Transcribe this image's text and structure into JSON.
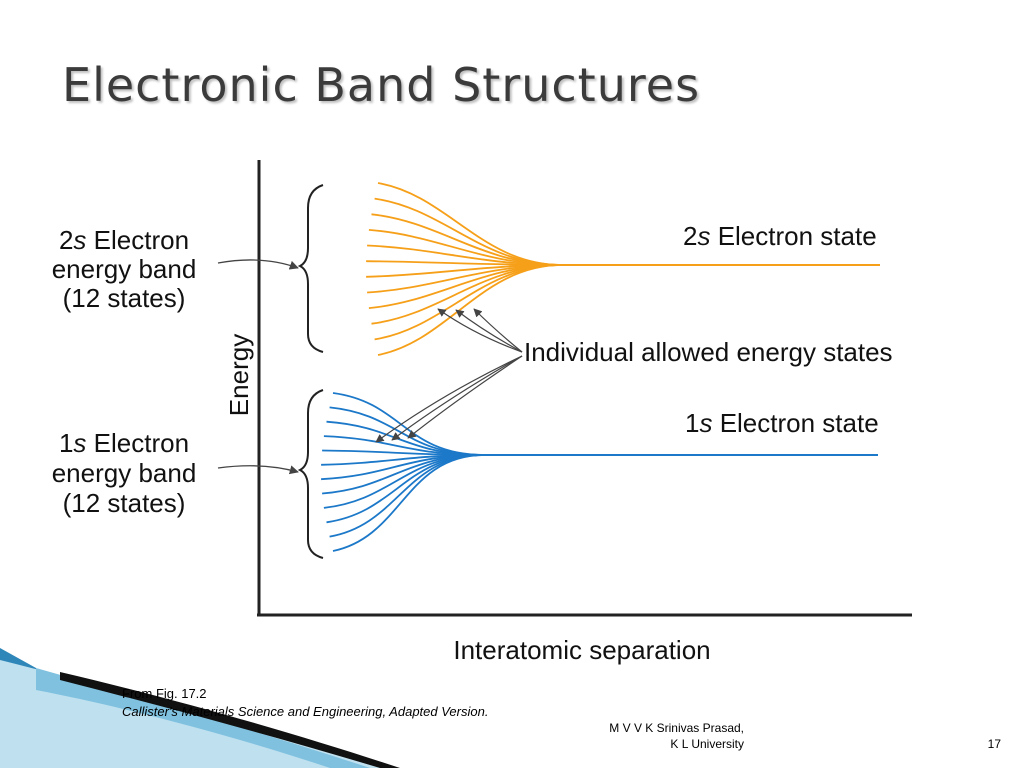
{
  "slide": {
    "title": "Electronic Band Structures",
    "page_number": "17"
  },
  "diagram": {
    "y_axis_label": "Energy",
    "x_axis_label": "Interatomic separation",
    "band_2s": {
      "label_num": "2",
      "label_s": "s",
      "label_rest": " Electron",
      "label_line2": "energy band",
      "label_line3": "(12 states)"
    },
    "band_1s": {
      "label_num": "1",
      "label_s": "s",
      "label_rest": " Electron",
      "label_line2": "energy band",
      "label_line3": "(12 states)"
    },
    "state_2s": {
      "num": "2",
      "s": "s",
      "rest": " Electron state"
    },
    "state_1s": {
      "num": "1",
      "s": "s",
      "rest": " Electron state"
    },
    "individual_states_label": "Individual allowed energy states",
    "lines_per_band": 12,
    "colors": {
      "band_2s": "#f6a01a",
      "band_1s": "#1c78c8",
      "axis": "#222222",
      "arrows": "#444444"
    }
  },
  "caption": {
    "line1": "From Fig. 17.2",
    "line2": "Callister's Materials Science and Engineering, Adapted Version."
  },
  "author": {
    "line1": "M V V K Srinivas Prasad,",
    "line2": "K L University"
  }
}
